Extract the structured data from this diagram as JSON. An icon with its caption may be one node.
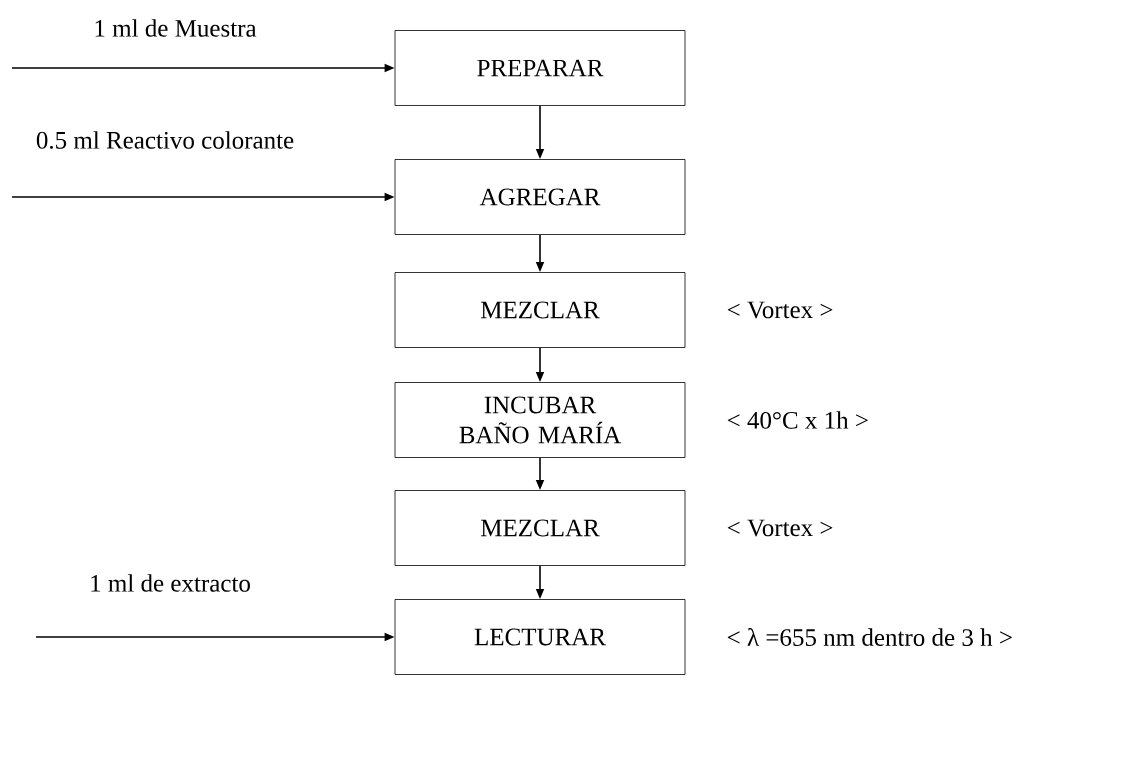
{
  "diagram": {
    "nodes": [
      {
        "text": [
          "PREPARAR"
        ]
      },
      {
        "text": [
          "AGREGAR"
        ]
      },
      {
        "text": [
          "MEZCLAR"
        ],
        "beside": [
          "< Vortex >"
        ]
      },
      {
        "text": [
          "INCUBAR BAÑO MARÍA"
        ],
        "beside": [
          "< 40°C x 1h >"
        ]
      },
      {
        "text": [
          "MEZCLAR"
        ],
        "beside": [
          "< Vortex >"
        ]
      },
      {
        "text": [
          "LECTURAR"
        ],
        "beside": [
          "< λ =655 nm dentro de 3 h >"
        ]
      }
    ],
    "edges": [
      {
        "from": null,
        "to": 0,
        "arrow": "to",
        "label": "1 ml de Muestra"
      },
      {
        "from": 0,
        "to": 1,
        "arrow": "to"
      },
      {
        "from": null,
        "to": 1,
        "arrow": "to",
        "label": "0.5 ml Reactivo colorante"
      },
      {
        "from": 1,
        "to": 2,
        "arrow": "to"
      },
      {
        "from": 2,
        "to": 3,
        "arrow": "to"
      },
      {
        "from": 3,
        "to": 4,
        "arrow": "to"
      },
      {
        "from": 4,
        "to": 5,
        "arrow": "to"
      },
      {
        "from": null,
        "to": 5,
        "arrow": "to",
        "label": "1 ml de extracto"
      }
    ]
  }
}
